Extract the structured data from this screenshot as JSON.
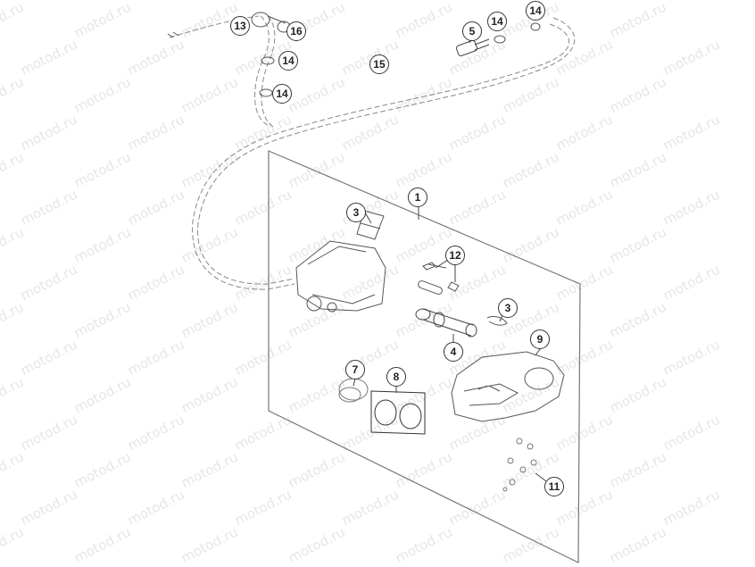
{
  "watermark": {
    "text": "motod.ru"
  },
  "callouts": [
    {
      "id": "c13",
      "label": "13"
    },
    {
      "id": "c16",
      "label": "16"
    },
    {
      "id": "c14a",
      "label": "14"
    },
    {
      "id": "c14b",
      "label": "14"
    },
    {
      "id": "c15",
      "label": "15"
    },
    {
      "id": "c5",
      "label": "5"
    },
    {
      "id": "c14c",
      "label": "14"
    },
    {
      "id": "c14d",
      "label": "14"
    },
    {
      "id": "c1",
      "label": "1"
    },
    {
      "id": "c3a",
      "label": "3"
    },
    {
      "id": "c12",
      "label": "12"
    },
    {
      "id": "c3b",
      "label": "3"
    },
    {
      "id": "c9",
      "label": "9"
    },
    {
      "id": "c4",
      "label": "4"
    },
    {
      "id": "c7",
      "label": "7"
    },
    {
      "id": "c8",
      "label": "8"
    },
    {
      "id": "c11",
      "label": "11"
    }
  ],
  "colors": {
    "line": "#666666",
    "callout_border": "#333333",
    "watermark": "#e6e6e6"
  }
}
